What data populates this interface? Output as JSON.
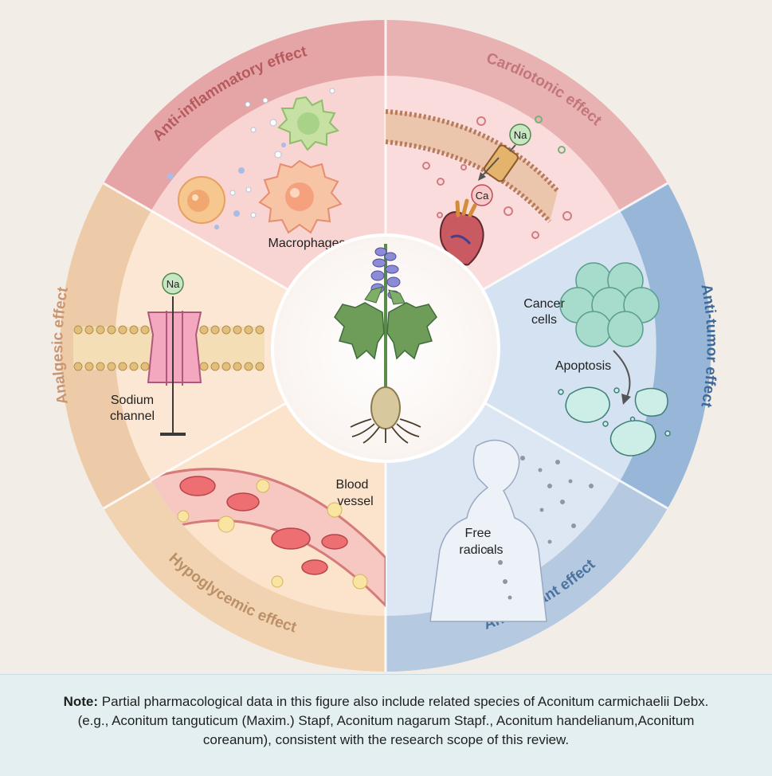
{
  "sectors": {
    "anti_inflammatory": "Anti-inflammatory effect",
    "cardiotonic": "Cardiotonic effect",
    "analgesic": "Analgesic effect",
    "anti_tumor": "Anti-tumor effect",
    "hypoglycemic": "Hypoglycemic effect",
    "antioxidant": "Antioxidant effect"
  },
  "labels": {
    "macrophages": "Macrophages",
    "na_cardio": "Na",
    "ca_cardio": "Ca",
    "na_analgesic": "Na",
    "sodium": "Sodium",
    "channel": "channel",
    "cancer": "Cancer",
    "cells": "cells",
    "apoptosis": "Apoptosis",
    "blood": "Blood",
    "vessel": "vessel",
    "free": "Free",
    "radicals": "radicals"
  },
  "note": {
    "prefix": "Note:",
    "line1": " Partial pharmacological data in this figure also include related species of Aconitum carmichaelii Debx.",
    "line2": "(e.g., Aconitum tanguticum (Maxim.) Stapf, Aconitum nagarum Stapf., Aconitum handelianum,Aconitum",
    "line3": "coreanum), consistent with the research scope of this review."
  },
  "colors": {
    "pink_ring": "#e5a5a6",
    "pink_fill": "#f8d4d2",
    "peach_ring": "#edcaa8",
    "peach_fill": "#fbe5cf",
    "blue_ring": "#98b7d8",
    "blue_fill": "#d4e2f1",
    "note_bg": "#e4eff2"
  }
}
